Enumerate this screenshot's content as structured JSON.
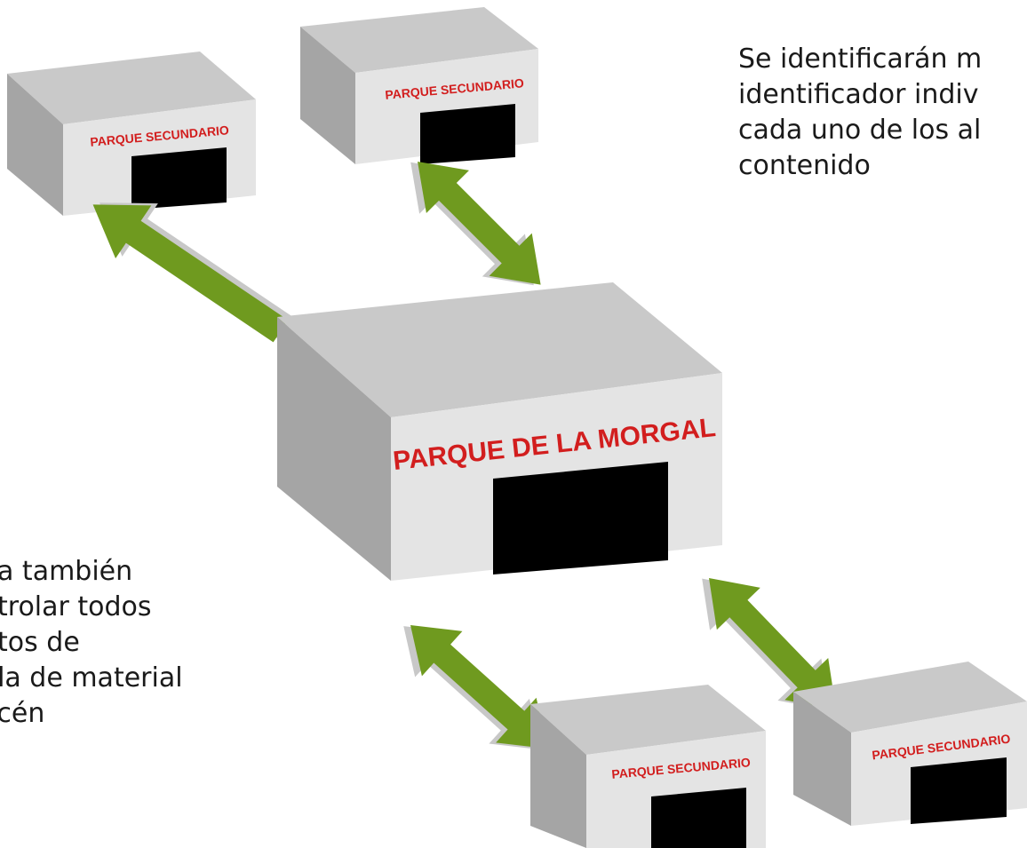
{
  "colors": {
    "wall_front": "#e4e4e4",
    "wall_side": "#a5a5a5",
    "roof": "#c9c9c9",
    "door": "#000000",
    "label": "#d21e1e",
    "arrow": "#6f9a1f",
    "arrow_edge": "#c8c8c8"
  },
  "central_building": {
    "label": "PARQUE DE LA MORGAL"
  },
  "secondary_buildings": [
    {
      "label": "PARQUE SECUNDARIO"
    },
    {
      "label": "PARQUE SECUNDARIO"
    },
    {
      "label": "PARQUE SECUNDARIO"
    },
    {
      "label": "PARQUE SECUNDARIO"
    }
  ],
  "notes": {
    "top_right": [
      "Se identificarán m",
      "identificador indiv",
      "cada uno de los al",
      "contenido"
    ],
    "bottom_left": [
      "na también",
      "ntrolar todos",
      "ntos de",
      "ida de material",
      "acén"
    ]
  }
}
